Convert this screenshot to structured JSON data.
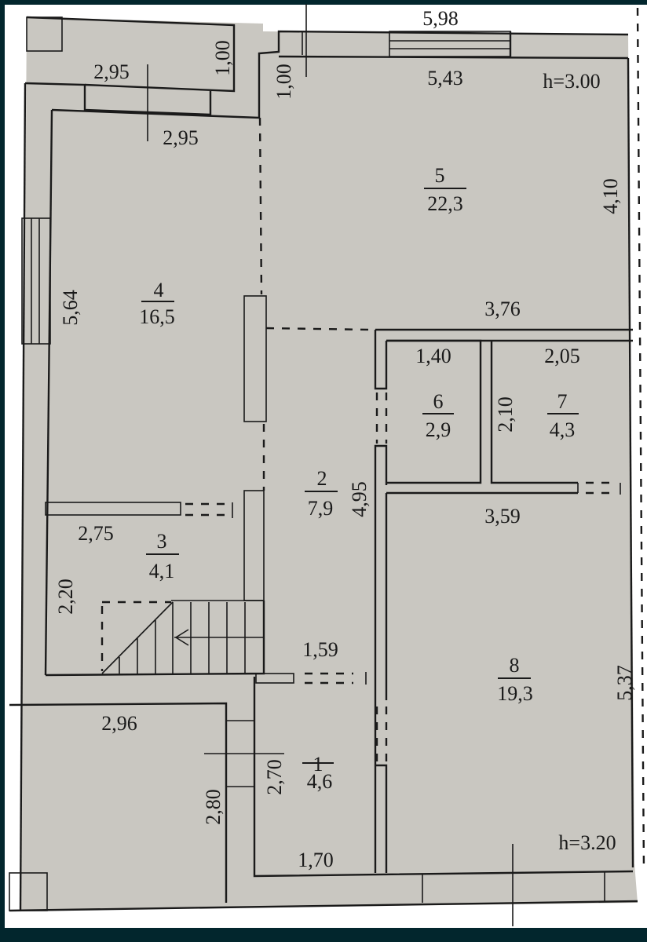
{
  "plan": {
    "colors": {
      "paper": "#c9c7c1",
      "ink": "#1a1a1a",
      "frame": "#02262d"
    },
    "ceiling_heights": {
      "upper": "h=3.00",
      "lower": "h=3.20"
    },
    "rooms": [
      {
        "number": "1",
        "area": "4,6"
      },
      {
        "number": "2",
        "area": "7,9"
      },
      {
        "number": "3",
        "area": "4,1"
      },
      {
        "number": "4",
        "area": "16,5"
      },
      {
        "number": "5",
        "area": "22,3"
      },
      {
        "number": "6",
        "area": "2,9"
      },
      {
        "number": "7",
        "area": "4,3"
      },
      {
        "number": "8",
        "area": "19,3"
      }
    ],
    "dimensions": {
      "top_overall": "5,98",
      "room5_top": "5,43",
      "room5_right": "4,10",
      "room5_bottom": "3,76",
      "porch_left_top": "2,95",
      "porch_left_bottom": "2,95",
      "porch_depth_a": "1,00",
      "porch_depth_b": "1,00",
      "room4_left": "5,64",
      "room6_top": "1,40",
      "room7_top": "2,05",
      "room7_left": "2,10",
      "room8_top": "3,59",
      "room8_right": "5,37",
      "room2_right": "4,95",
      "room3_top": "2,75",
      "room3_left": "2,20",
      "hall_bottom": "1,59",
      "garage_top": "2,96",
      "garage_right": "2,80",
      "room1_left": "2,70",
      "room1_bottom": "1,70"
    }
  }
}
